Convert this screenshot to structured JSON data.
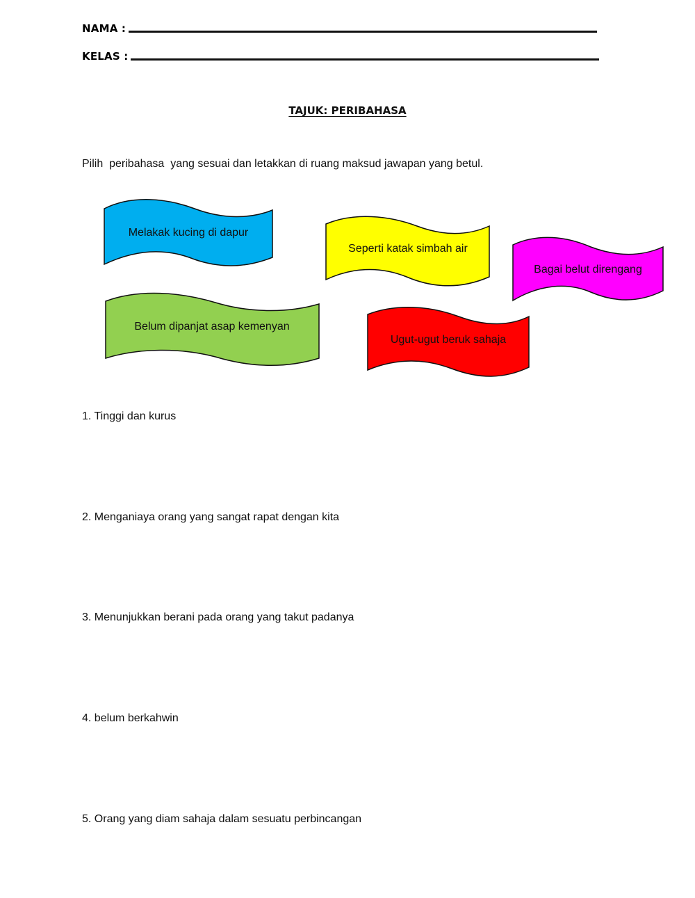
{
  "header": {
    "name_label": "NAMA :",
    "class_label": "KELAS :"
  },
  "title": "TAJUK: PERIBAHASA",
  "instruction": "Pilih  peribahasa  yang sesuai dan letakkan di ruang maksud jawapan yang betul.",
  "banners": [
    {
      "text": "Melakak kucing di dapur",
      "color": "#00AEEF"
    },
    {
      "text": "Seperti katak simbah air",
      "color": "#FFFF00"
    },
    {
      "text": "Bagai belut direngang",
      "color": "#FF00FF"
    },
    {
      "text": "Belum dipanjat asap kemenyan",
      "color": "#92D050"
    },
    {
      "text": "Ugut-ugut beruk sahaja",
      "color": "#FF0000"
    }
  ],
  "questions": [
    {
      "text": "1. Tinggi dan kurus"
    },
    {
      "text": "2. Menganiaya orang yang sangat rapat dengan kita"
    },
    {
      "text": "3. Menunjukkan berani pada orang yang takut padanya"
    },
    {
      "text": "4. belum berkahwin"
    },
    {
      "text": "5. Orang yang diam sahaja dalam sesuatu perbincangan"
    }
  ]
}
